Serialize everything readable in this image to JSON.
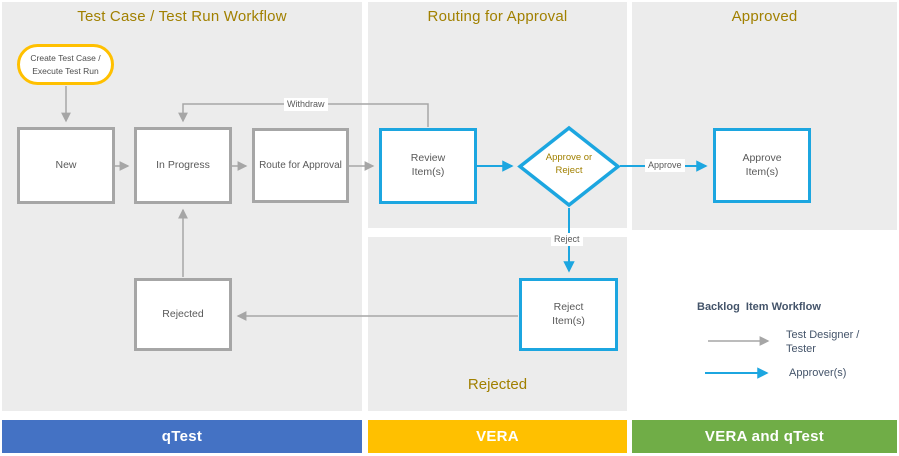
{
  "colors": {
    "panel_bg": "#ECECEC",
    "gold_text": "#A18000",
    "line_gray": "#A6A6A6",
    "accent_blue": "#1CA6E0",
    "node_text": "#595959",
    "legend_text": "#44546A",
    "oval_border": "#FFC000",
    "bar_qtest": "#4472C4",
    "bar_vera": "#FFC000",
    "bar_vera_qtest": "#70AD47"
  },
  "sections": {
    "workflow": {
      "title": "Test Case / Test Run Workflow"
    },
    "routing": {
      "title": "Routing for Approval"
    },
    "approved": {
      "title": "Approved"
    },
    "rejected": {
      "title": "Rejected"
    }
  },
  "nodes": {
    "start": {
      "label": "Create Test Case /\nExecute Test Run",
      "shape": "oval"
    },
    "new": {
      "label": "New",
      "shape": "rect"
    },
    "in_progress": {
      "label": "In Progress",
      "shape": "rect"
    },
    "route_for_approval": {
      "label": "Route for Approval",
      "shape": "rect"
    },
    "review_items": {
      "label": "Review\nItem(s)",
      "shape": "rect"
    },
    "approve_or_reject": {
      "label": "Approve or\nReject",
      "shape": "diamond"
    },
    "approve_items": {
      "label": "Approve\nItem(s)",
      "shape": "rect"
    },
    "reject_items": {
      "label": "Reject\nItem(s)",
      "shape": "rect"
    },
    "rejected": {
      "label": "Rejected",
      "shape": "rect"
    }
  },
  "edge_labels": {
    "withdraw": "Withdraw",
    "approve": "Approve",
    "reject": "Reject"
  },
  "legend": {
    "title": "Backlog  Item Workflow",
    "items": [
      {
        "label": "Test Designer /\nTester",
        "arrow": "gray-arrow"
      },
      {
        "label": "Approver(s)",
        "arrow": "blue-arrow"
      }
    ]
  },
  "footer": {
    "bars": [
      {
        "label": "qTest"
      },
      {
        "label": "VERA"
      },
      {
        "label": "VERA and qTest"
      }
    ]
  }
}
